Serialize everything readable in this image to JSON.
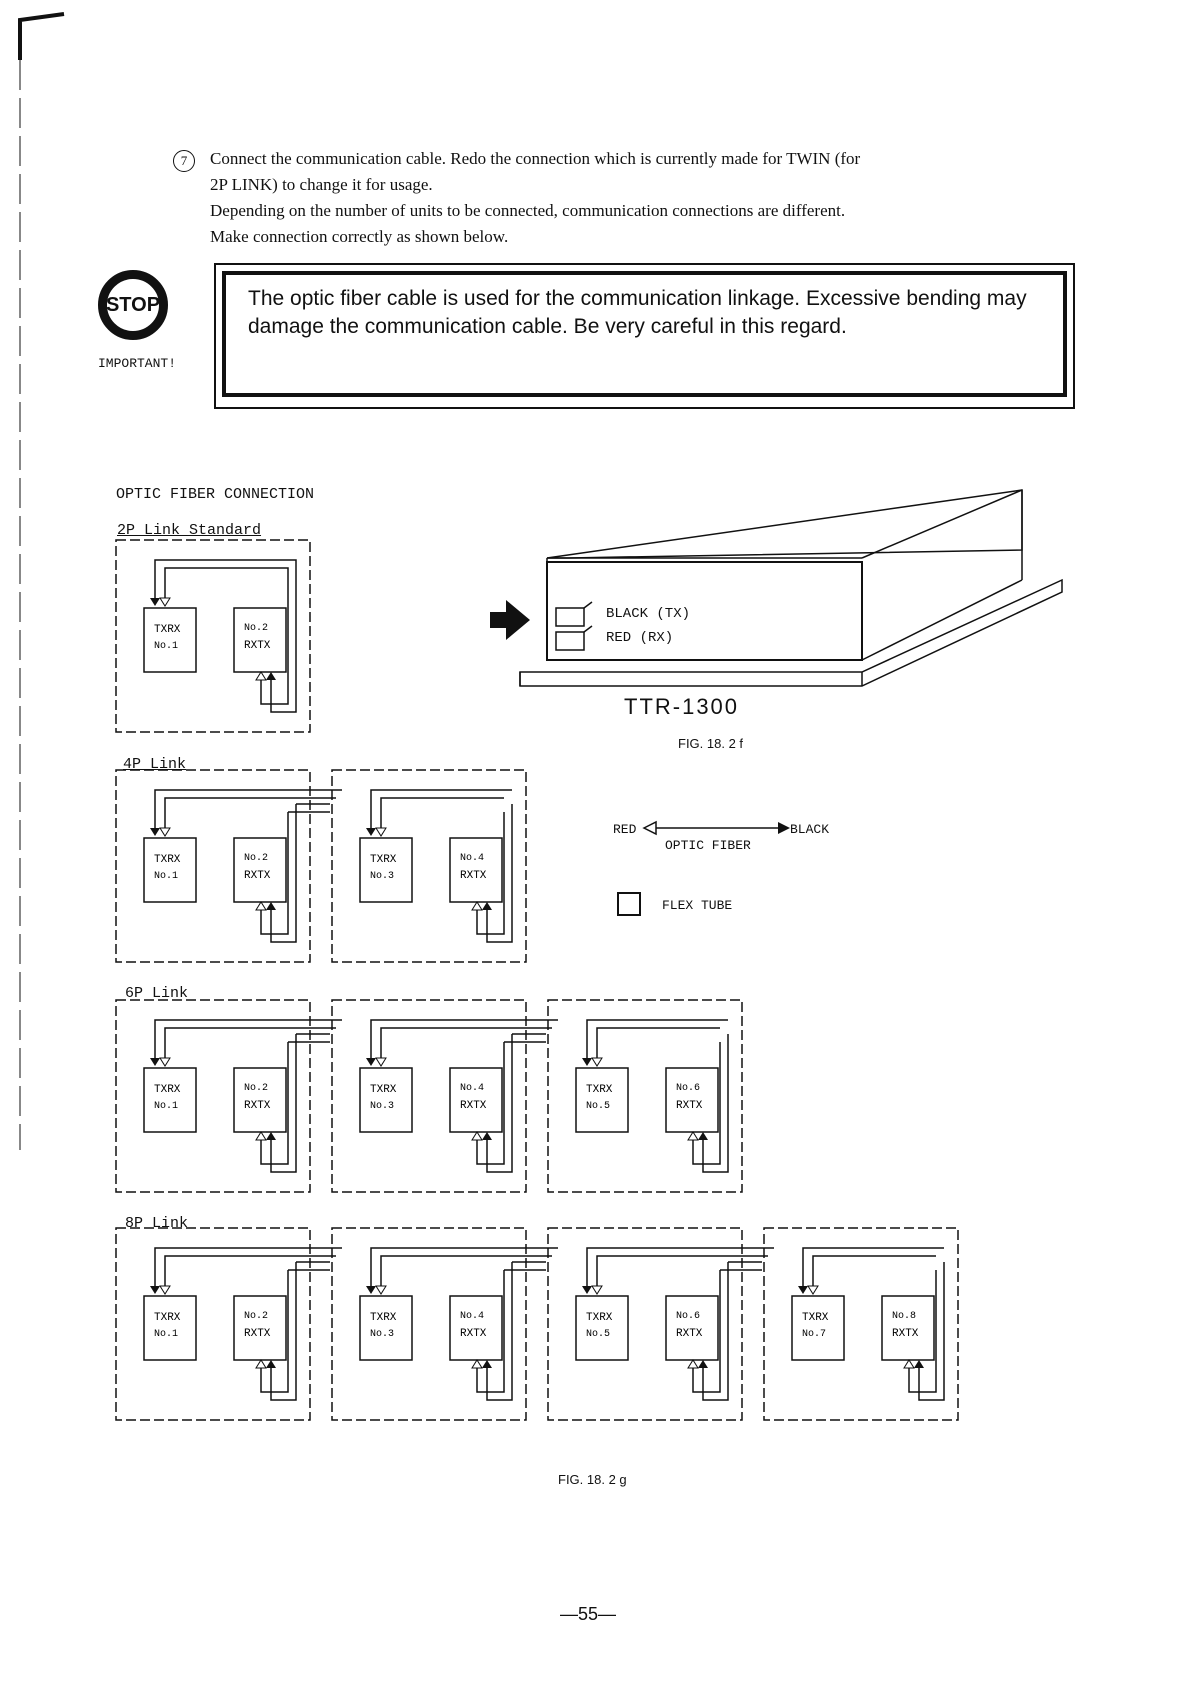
{
  "step": {
    "number": "7",
    "lines": [
      "Connect the communication cable.  Redo the connection which is currently made for TWIN (for",
      "2P LINK) to change it for usage.",
      "Depending on the number of units to be connected, communication connections are different.",
      "Make connection correctly as shown below."
    ]
  },
  "notice": {
    "badge": "STOP",
    "badge_caption": "IMPORTANT!",
    "text": "The optic fiber cable is used for the communication linkage.  Excessive bending may damage the communication cable.  Be very careful in this regard."
  },
  "section_title": "OPTIC FIBER CONNECTION",
  "links": {
    "l2": "2P Link Standard",
    "l4": "4P Link",
    "l6": "6P Link",
    "l8": "8P Link"
  },
  "unit_labels": [
    "No.1",
    "No.2",
    "No.3",
    "No.4",
    "No.5",
    "No.6",
    "No.7",
    "No.8"
  ],
  "port_labels": {
    "tx": "TX",
    "rx": "RX"
  },
  "device": {
    "port_black": "BLACK (TX)",
    "port_red": "RED (RX)",
    "model": "TTR-1300",
    "figure": "FIG. 18. 2 f"
  },
  "legend": {
    "red": "RED",
    "black": "BLACK",
    "fiber": "OPTIC FIBER",
    "flex": "FLEX TUBE"
  },
  "figure_bottom": "FIG. 18. 2 g",
  "page_number": "—55—"
}
